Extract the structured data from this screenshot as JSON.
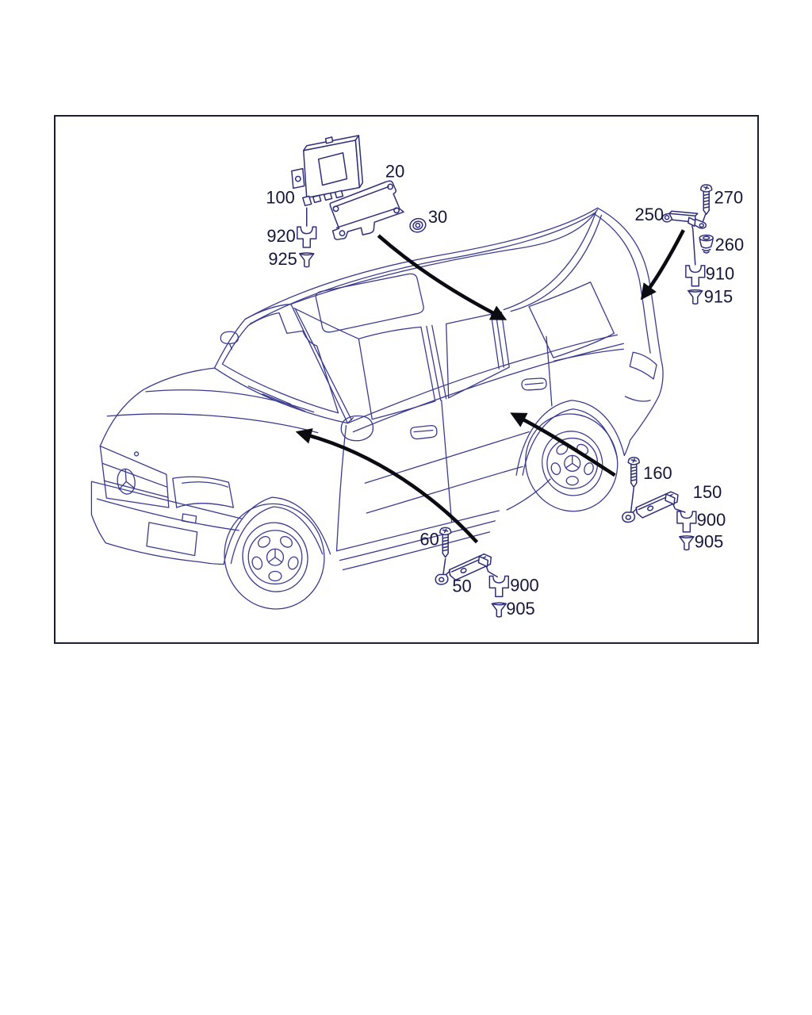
{
  "diagram": {
    "type": "vehicle-parts-line-diagram",
    "vehicle": "suv-three-quarter-front-left-view",
    "labels": {
      "module": "100",
      "mounting_plate": "20",
      "nut": "30",
      "clip_module": "920",
      "rivet_module": "925",
      "holder_rear_upper": "250",
      "screw_rear_upper": "270",
      "grommet_rear_upper": "260",
      "clip_rear_upper": "910",
      "rivet_rear_upper": "915",
      "screw_rear_lower": "160",
      "holder_rear_lower": "150",
      "clip_rear_lower": "900",
      "rivet_rear_lower": "905",
      "screw_front_lower": "60",
      "holder_front_lower": "50",
      "clip_front_lower": "900",
      "rivet_front_lower": "905"
    },
    "colors": {
      "line": "#3a3a8e",
      "part_line": "#2e2e78",
      "label": "#15153a",
      "arrow": "#0b0b12",
      "frame_border": "#1d1d33",
      "background": "#ffffff"
    }
  }
}
